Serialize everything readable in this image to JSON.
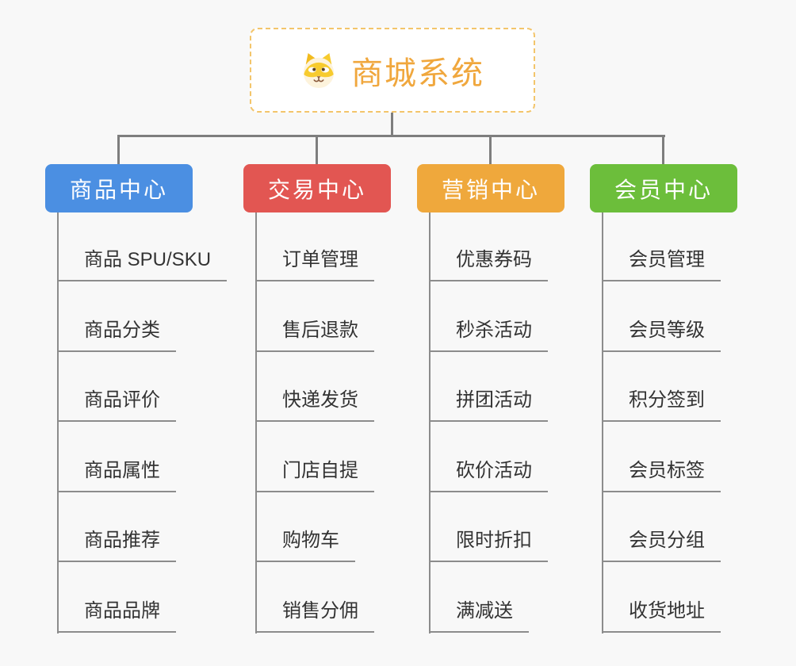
{
  "root": {
    "title": "商城系统",
    "icon": "doge-icon"
  },
  "branches": [
    {
      "label": "商品中心",
      "color": "#4B8FE2",
      "items": [
        "商品 SPU/SKU",
        "商品分类",
        "商品评价",
        "商品属性",
        "商品推荐",
        "商品品牌"
      ]
    },
    {
      "label": "交易中心",
      "color": "#E25652",
      "items": [
        "订单管理",
        "售后退款",
        "快递发货",
        "门店自提",
        "购物车",
        "销售分佣"
      ]
    },
    {
      "label": "营销中心",
      "color": "#EFA83C",
      "items": [
        "优惠券码",
        "秒杀活动",
        "拼团活动",
        "砍价活动",
        "限时折扣",
        "满减送"
      ]
    },
    {
      "label": "会员中心",
      "color": "#6CBE3B",
      "items": [
        "会员管理",
        "会员等级",
        "积分签到",
        "会员标签",
        "会员分组",
        "收货地址"
      ]
    }
  ],
  "colors": {
    "background": "#F8F8F8",
    "root_border": "#F3C56B",
    "root_text": "#F0A73D",
    "connector": "#7E7E7E",
    "underline": "#8C8C8C",
    "item_text": "#333333"
  }
}
